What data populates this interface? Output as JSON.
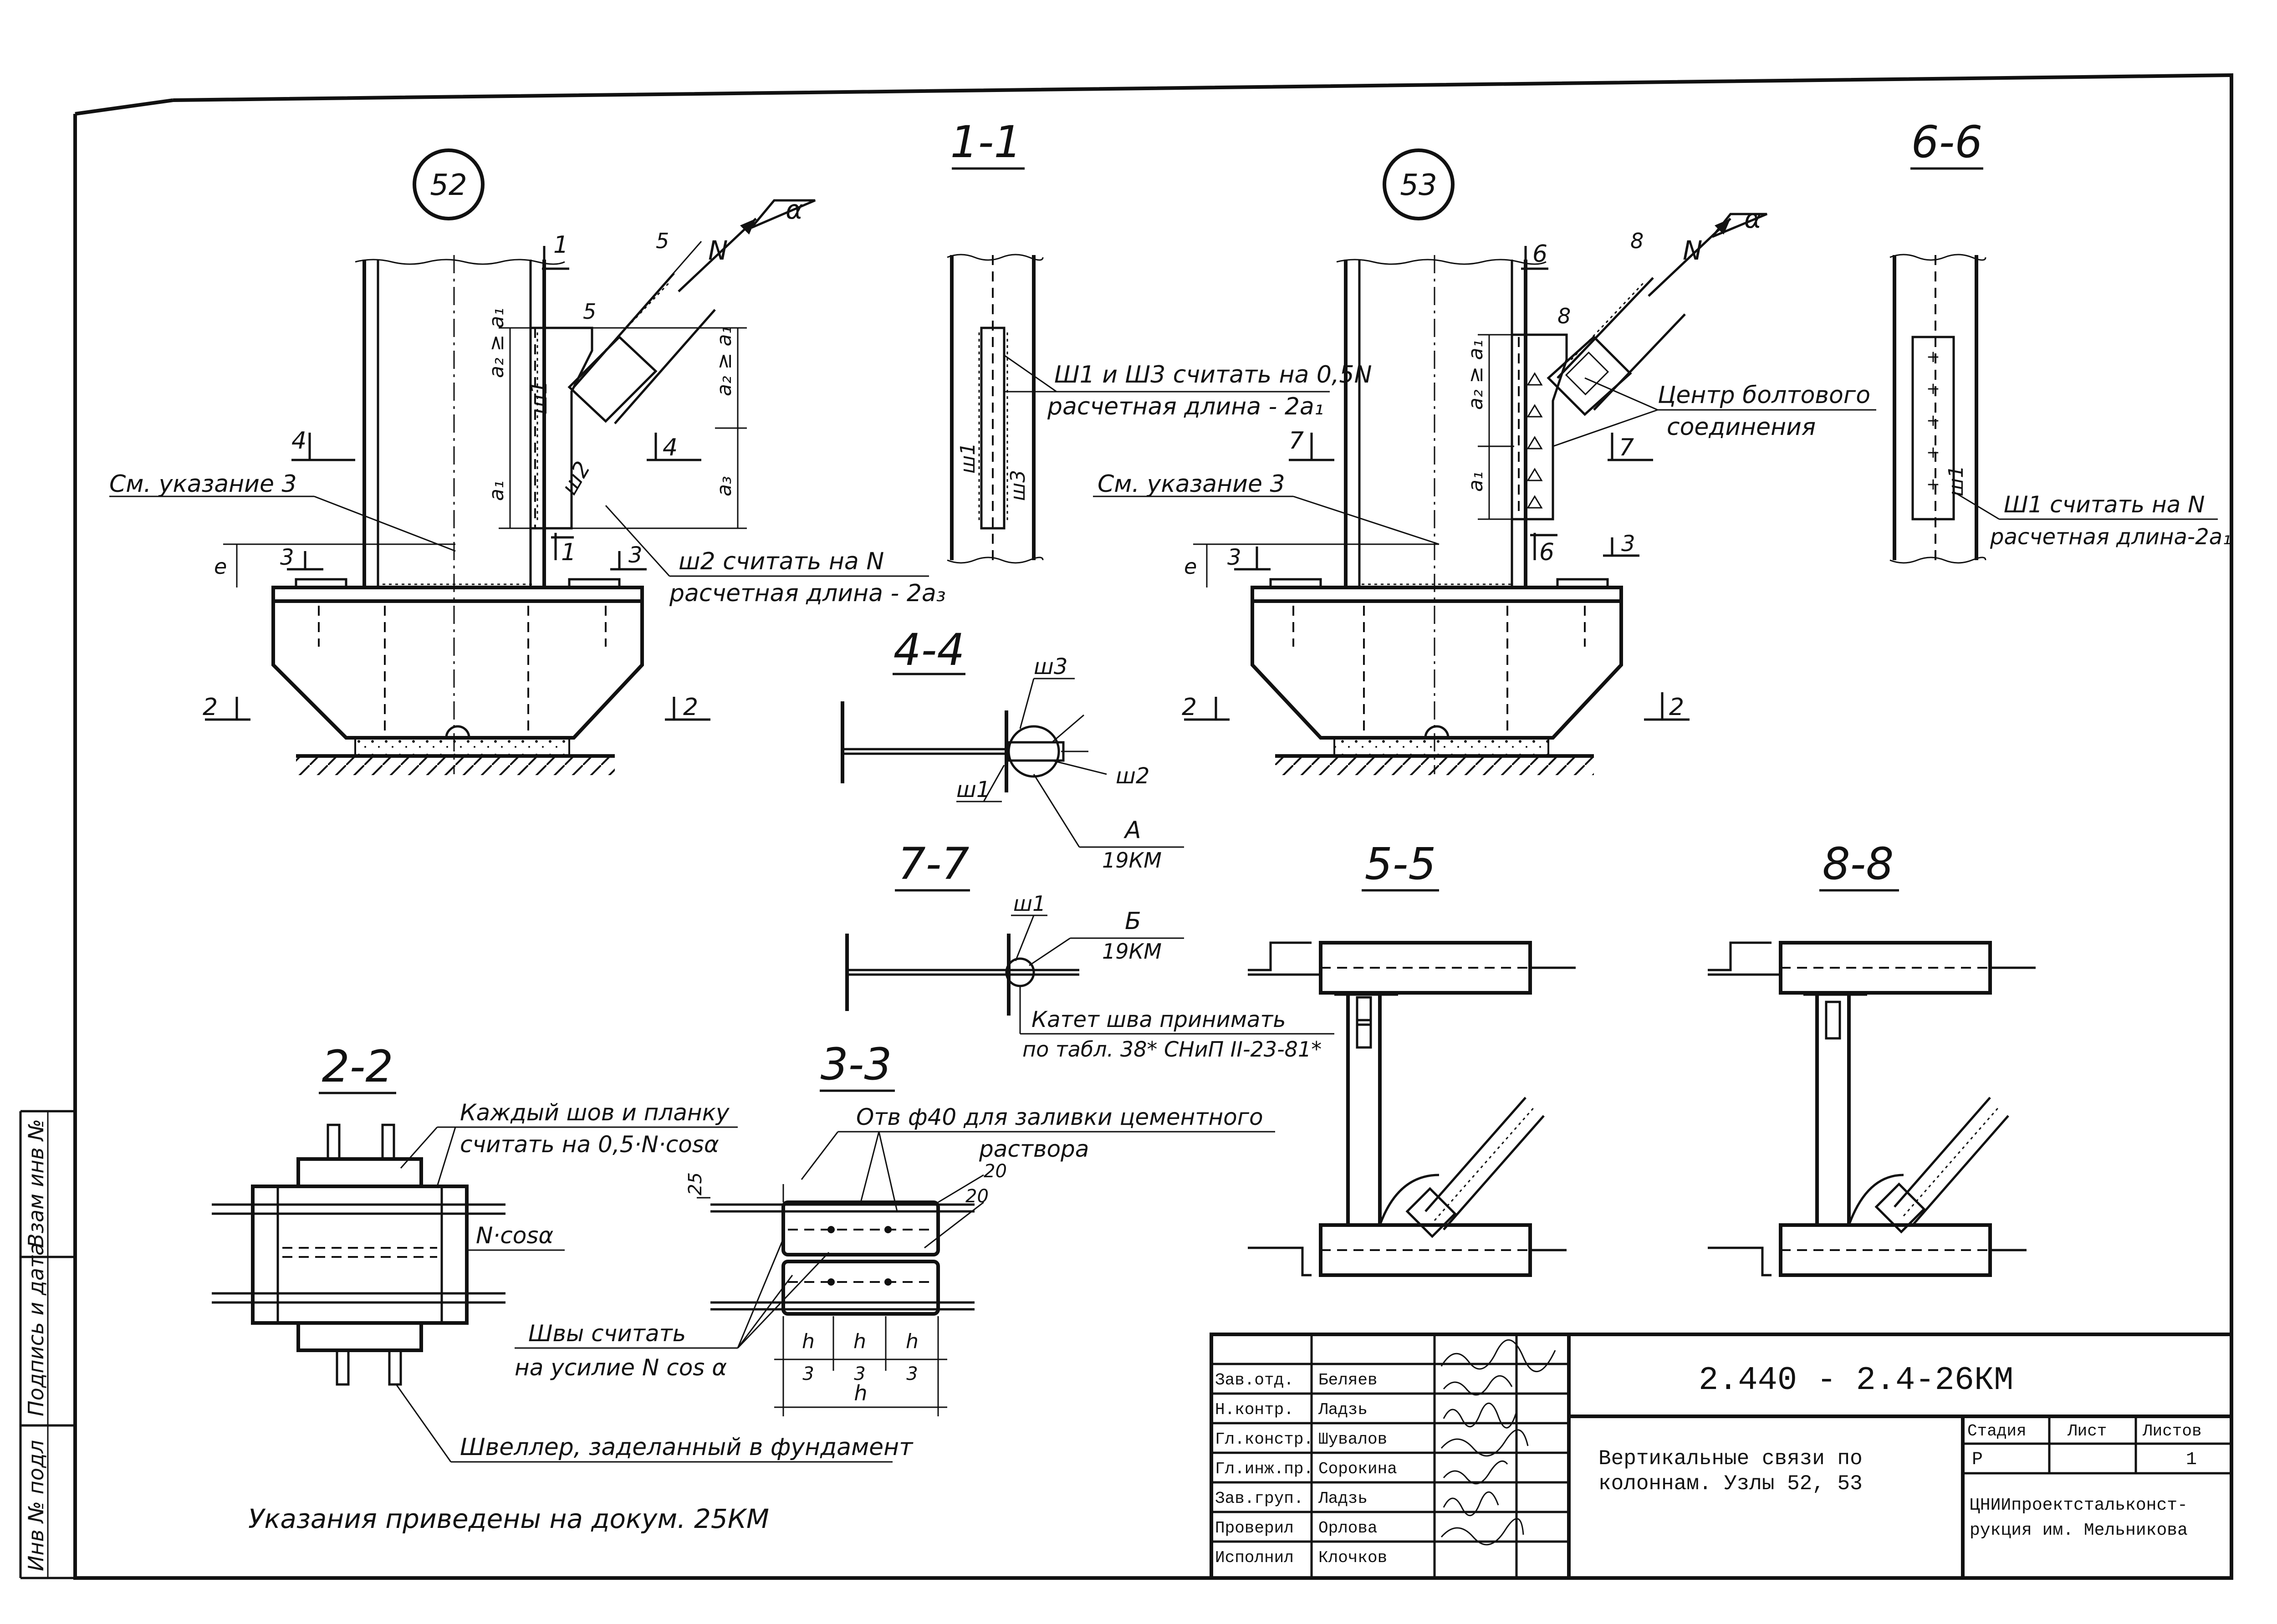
{
  "node_labels": {
    "n52": "52",
    "n53": "53"
  },
  "section_titles": {
    "s11": "1-1",
    "s44": "4-4",
    "s77": "7-7",
    "s22": "2-2",
    "s33": "3-3",
    "s55": "5-5",
    "s88": "8-8",
    "s66": "6-6"
  },
  "node52": {
    "cut_1": "1",
    "cut_4": "4",
    "cut_3": "3",
    "cut_2": "2",
    "force": "N",
    "alpha": "α",
    "dim_5": "5",
    "a2_ge_a1": "a₂ ≥ a₁",
    "a1": "a₁",
    "a3": "a₃",
    "e": "e",
    "sh1": "ш1",
    "sh2": "ш2",
    "note_ref": "См. указание 3",
    "weld_note_l1": "ш2 считать на N",
    "weld_note_l2": "расчетная длина - 2a₃"
  },
  "section11": {
    "sh1": "ш1",
    "sh3": "ш3",
    "note_l1": "Ш1 и Ш3 считать на 0,5N",
    "note_l2": "расчетная длина - 2a₁"
  },
  "section44": {
    "sh1": "ш1",
    "sh2": "ш2",
    "sh3": "ш3",
    "ref_a": "А",
    "ref_doc": "19КМ"
  },
  "section77": {
    "sh1": "ш1",
    "ref_b": "Б",
    "ref_doc": "19КМ",
    "note_l1": "Катет шва принимать",
    "note_l2": "по табл. 38* СНиП II-23-81*"
  },
  "node53": {
    "cut_6": "6",
    "cut_7": "7",
    "cut_3": "3",
    "cut_2": "2",
    "force": "N",
    "alpha": "α",
    "dim_8": "8",
    "a2_ge_a1": "a₂ ≥ a₁",
    "a1": "a₁",
    "e": "e",
    "note_ref": "См. указание 3",
    "bolt_l1": "Центр болтового",
    "bolt_l2": "соединения"
  },
  "section66": {
    "sh1": "ш1",
    "note_l1": "Ш1 считать на N",
    "note_l2": "расчетная длина-2a₁"
  },
  "section22": {
    "note_l1": "Каждый шов и планку",
    "note_l2": "считать на 0,5·N·cosα",
    "force": "N·cosα",
    "channel_l1": "Швеллер, заделанный в фундамент"
  },
  "section33": {
    "hole_l1": "Отв ф40 для заливки цементного",
    "hole_l2": "раствора",
    "dim_25": "25",
    "dim_20a": "20",
    "dim_20b": "20",
    "h3": "h",
    "den": "3",
    "h": "h",
    "welds_l1": "Швы считать",
    "welds_l2": "на усилие N cos α"
  },
  "footnote": "Указания приведены на докум. 25КМ",
  "left_strip": {
    "inv_sub": "Инв № подл",
    "sign_date": "Подпись и дата",
    "replace_inv": "Взам инв №"
  },
  "title_block": {
    "doc_code": "2.440 - 2.4-26КМ",
    "title_l1": "Вертикальные связи по",
    "title_l2": "колоннам. Узлы 52, 53",
    "stage_h": "Стадия",
    "sheet_h": "Лист",
    "sheets_h": "Листов",
    "stage_v": "Р",
    "sheet_v": "",
    "sheets_v": "1",
    "org_l1": "ЦНИИпроектстальконст-",
    "org_l2": "рукция им. Мельникова",
    "rows": [
      {
        "role": "Зав.отд.",
        "name": "Беляев"
      },
      {
        "role": "Н.контр.",
        "name": "Ладзь"
      },
      {
        "role": "Гл.констр.",
        "name": "Шувалов"
      },
      {
        "role": "Гл.инж.пр.",
        "name": "Сорокина"
      },
      {
        "role": "Зав.груп.",
        "name": "Ладзь"
      },
      {
        "role": "Проверил",
        "name": "Орлова"
      },
      {
        "role": "Исполнил",
        "name": "Клочков"
      }
    ]
  }
}
